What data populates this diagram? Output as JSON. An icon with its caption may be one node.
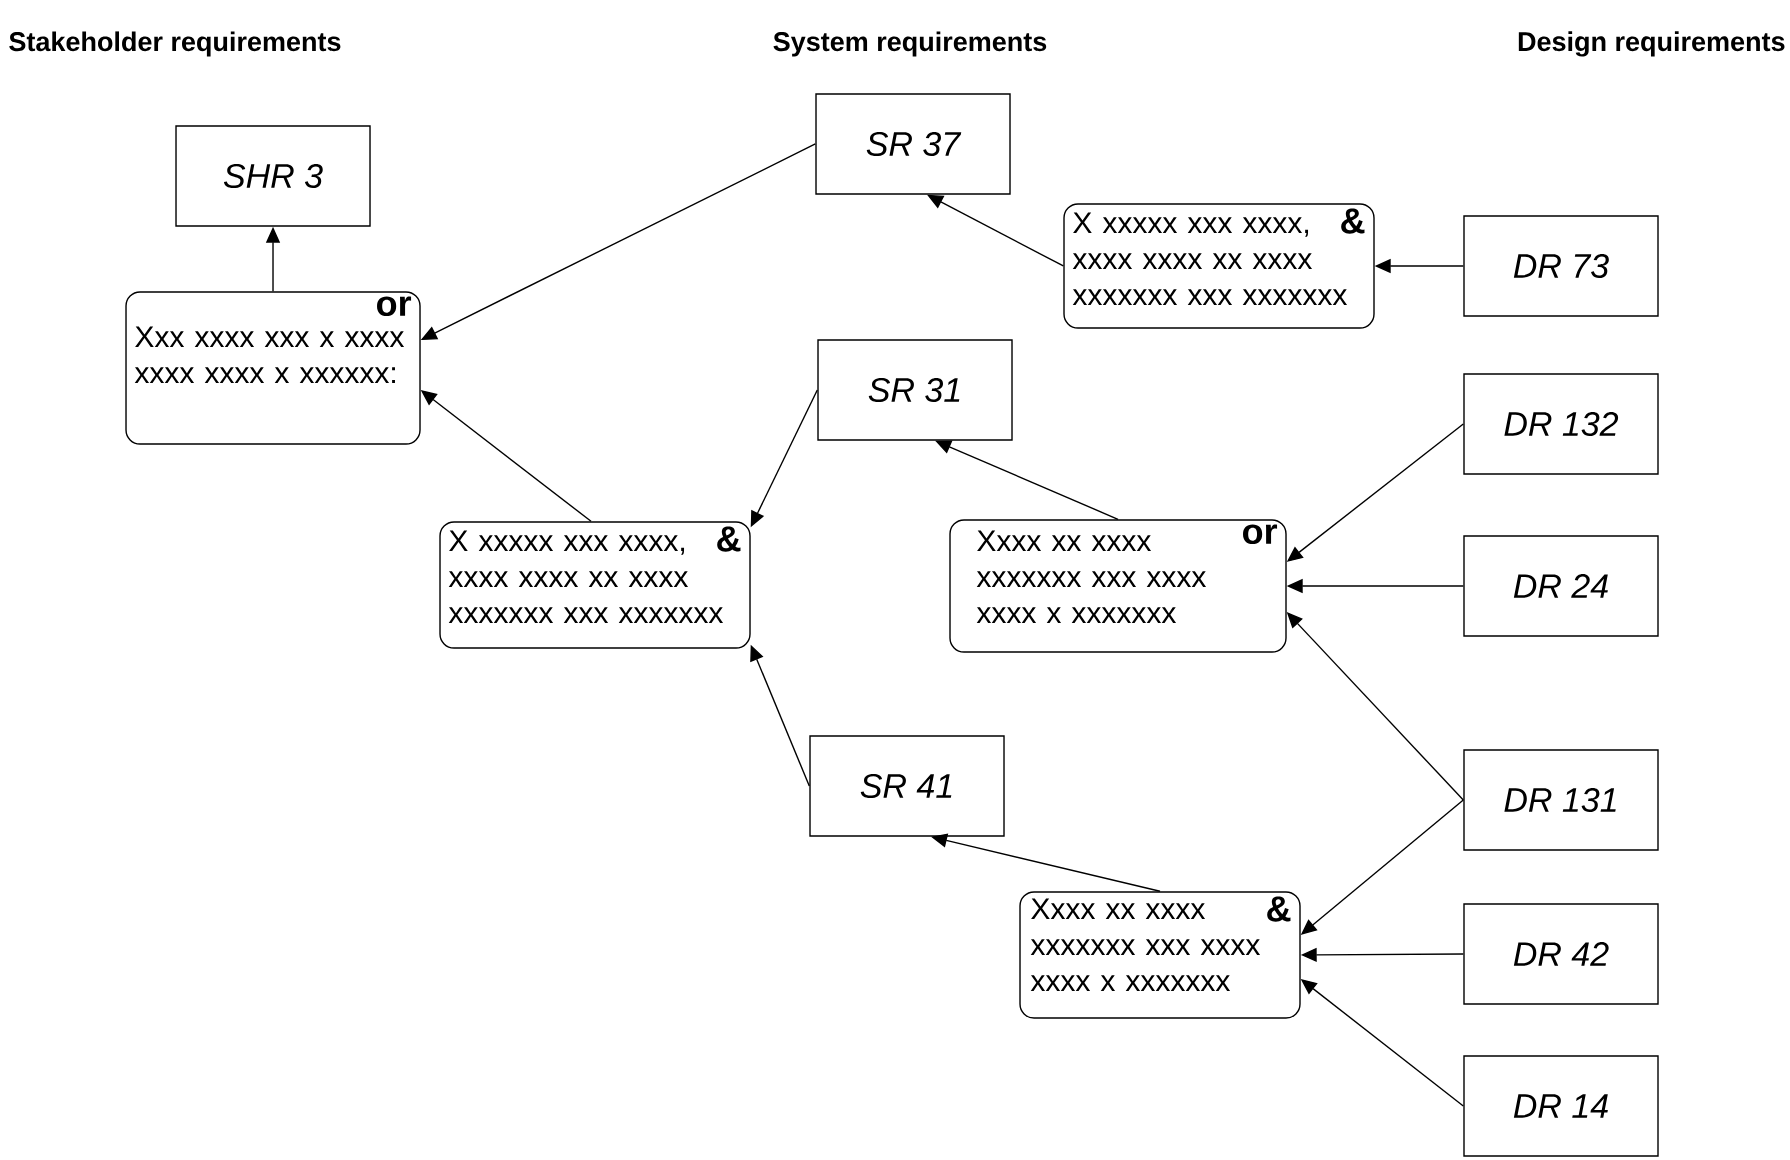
{
  "diagram": {
    "nodes": [
      {
        "text": [
          "SHR 3"
        ]
      },
      {
        "text": [
          "or",
          "Xxx xxxx xxx x xxxx xxxx xxxx x xxxxxx:"
        ]
      },
      {
        "text": [
          "SR 37"
        ]
      },
      {
        "text": [
          "X xxxxx xxx xxxx, xxxx xxxx xx xxxx xxxxxxx xxx xxxxxxx",
          "&"
        ]
      },
      {
        "text": [
          "DR 73"
        ]
      },
      {
        "text": [
          "SR 31"
        ]
      },
      {
        "text": [
          "X xxxxx xxx xxxx, xxxx xxxx xx xxxx xxxxxxx xxx xxxxxxx",
          "&"
        ]
      },
      {
        "text": [
          "Xxxx xx xxxx xxxxxxx xxx xxxx xxxx x xxxxxxx",
          "or"
        ]
      },
      {
        "text": [
          "DR 132"
        ]
      },
      {
        "text": [
          "DR 24"
        ]
      },
      {
        "text": [
          "SR 41"
        ]
      },
      {
        "text": [
          "DR 131"
        ]
      },
      {
        "text": [
          "Xxxx xx xxxx xxxxxxx xxx xxxx xxxx x xxxxxxx",
          "&"
        ]
      },
      {
        "text": [
          "DR 42"
        ]
      },
      {
        "text": [
          "DR 14"
        ]
      }
    ],
    "edges": [
      {
        "from": 1,
        "to": 0,
        "arrow": "to"
      },
      {
        "from": 2,
        "to": 1,
        "arrow": "to"
      },
      {
        "from": 6,
        "to": 1,
        "arrow": "to"
      },
      {
        "from": 5,
        "to": 6,
        "arrow": "to"
      },
      {
        "from": 10,
        "to": 6,
        "arrow": "to"
      },
      {
        "from": 3,
        "to": 2,
        "arrow": "to"
      },
      {
        "from": 4,
        "to": 3,
        "arrow": "to"
      },
      {
        "from": 7,
        "to": 5,
        "arrow": "to"
      },
      {
        "from": 8,
        "to": 7,
        "arrow": "to"
      },
      {
        "from": 9,
        "to": 7,
        "arrow": "to"
      },
      {
        "from": 11,
        "to": 7,
        "arrow": "to"
      },
      {
        "from": 11,
        "to": 12,
        "arrow": "to"
      },
      {
        "from": 13,
        "to": 12,
        "arrow": "to"
      },
      {
        "from": 14,
        "to": 12,
        "arrow": "to"
      },
      {
        "from": 12,
        "to": 10,
        "arrow": "to"
      }
    ],
    "labels": [
      "Stakeholder requirements",
      "System requirements",
      "Design requirements"
    ]
  }
}
